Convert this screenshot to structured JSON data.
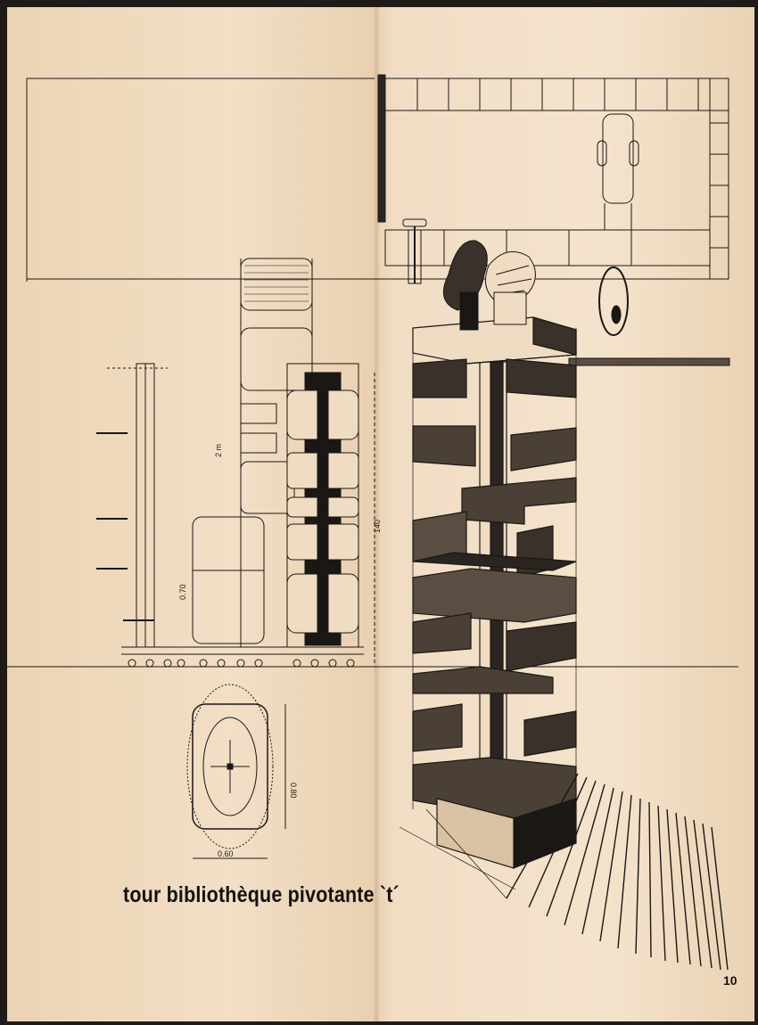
{
  "title": "tour bibliothèque pivotante `t´",
  "page_number": "10",
  "dimensions": {
    "height_total": "2 m",
    "height_side": "140",
    "lower_width": "0.70",
    "plan_width": "0.80",
    "plan_length": "0.60"
  },
  "colors": {
    "paper": "#f0dcc2",
    "ink": "#141210",
    "frame": "#1f1c18"
  }
}
